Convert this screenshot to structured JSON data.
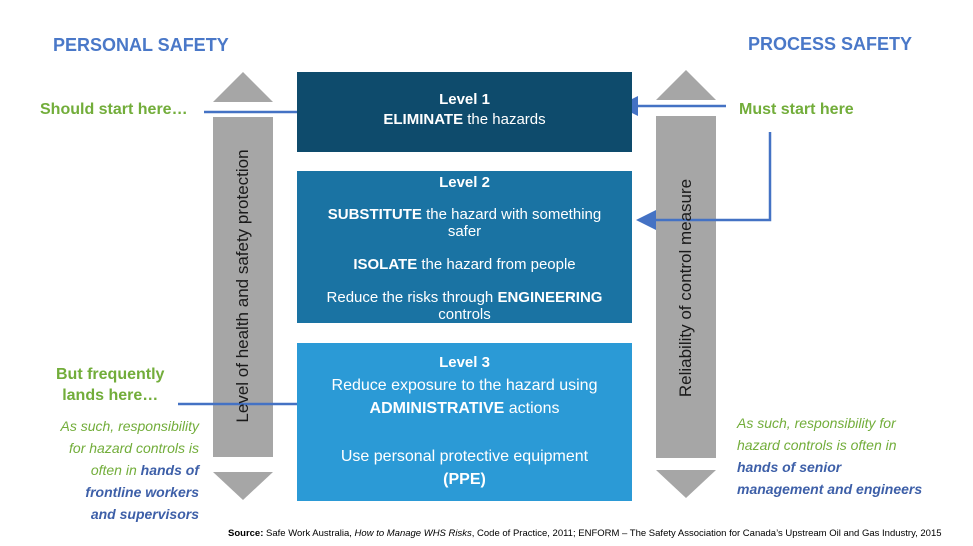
{
  "left": {
    "heading": "PERSONAL SAFETY",
    "start_label": "Should start here…",
    "lands_line1": "But frequently",
    "lands_line2": "lands here…",
    "note_line1": "As such, responsibility",
    "note_line2": "for hazard controls is",
    "note_line3_prefix": "often in ",
    "note_line3_bold": "hands of",
    "note_line4": "frontline workers",
    "note_line5": "and supervisors",
    "axis_label": "Level of health and safety protection"
  },
  "right": {
    "heading": "PROCESS SAFETY",
    "start_label": "Must start here",
    "note_line1": "As such, responsibility for",
    "note_line2": "hazard controls is often in",
    "note_line3": "hands of senior",
    "note_line4": "management and engineers",
    "axis_label": "Reliability of control measure"
  },
  "levels": [
    {
      "title": "Level 1",
      "line1_bold": "ELIMINATE",
      "line1_rest": " the hazards"
    },
    {
      "title": "Level 2",
      "sub_bold": "SUBSTITUTE",
      "sub_rest": " the hazard with something",
      "sub_line2": "safer",
      "iso_bold": "ISOLATE",
      "iso_rest": " the hazard from people",
      "eng_prefix": "Reduce the risks through ",
      "eng_bold": "ENGINEERING",
      "eng_line2": "controls"
    },
    {
      "title": "Level 3",
      "admin_line1": "Reduce exposure to the  hazard using",
      "admin_bold": "ADMINISTRATIVE",
      "admin_rest": "  actions",
      "ppe_line1": "Use personal protective equipment",
      "ppe_bold": "(PPE)"
    }
  ],
  "source": {
    "label": "Source:",
    "text1": " Safe Work Australia, ",
    "title": "How to Manage WHS Risks",
    "text2": ", Code of Practice, 2011; ENFORM – The Safety Association for Canada’s Upstream Oil and Gas Industry, 2015"
  },
  "colors": {
    "level1": "#0e4b6c",
    "level2": "#1a73a3",
    "level3": "#2b9ad6",
    "arrow_blue": "#4472c4",
    "axis_gray": "#a6a6a6",
    "heading_blue": "#4a78c8",
    "label_green": "#72ad3a"
  }
}
